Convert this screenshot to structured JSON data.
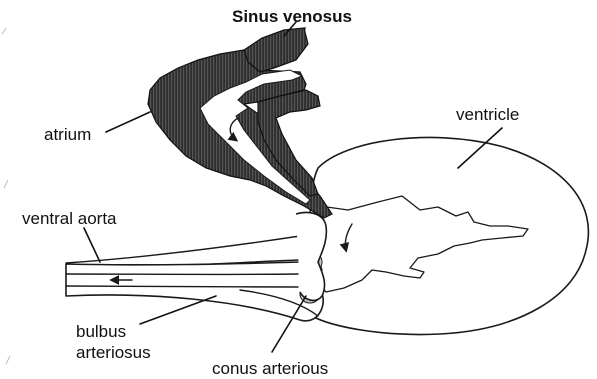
{
  "labels": {
    "sinus_venosus": "Sinus venosus",
    "atrium": "atrium",
    "ventricle": "ventricle",
    "ventral_aorta": "ventral aorta",
    "bulbus_line1": "bulbus",
    "bulbus_line2": "arteriosus",
    "conus": "conus arterious"
  },
  "colors": {
    "atrium_fill": "#3a3a3a",
    "valve_fill": "#c8c8c8",
    "outline": "#1a1a1a",
    "background": "#ffffff"
  }
}
